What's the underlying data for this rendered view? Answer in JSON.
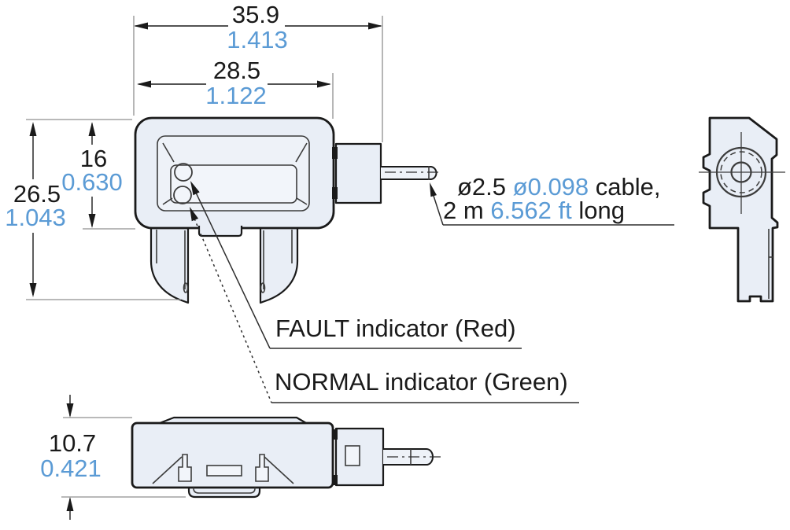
{
  "colors": {
    "accent-blue": "#5b9bd5",
    "ink": "#1a1a1a",
    "body-fill": "#e9eef6",
    "panel-fill": "#eef2f8",
    "window-fill": "#f2f5fa",
    "ext-line": "#8f8f8f"
  },
  "dimensions": {
    "overall_width": {
      "mm": "35.9",
      "inch": "1.413"
    },
    "body_width": {
      "mm": "28.5",
      "inch": "1.122"
    },
    "overall_height": {
      "mm": "26.5",
      "inch": "1.043"
    },
    "body_height": {
      "mm": "16",
      "inch": "0.630"
    },
    "body_depth": {
      "mm": "10.7",
      "inch": "0.421"
    }
  },
  "annotations": {
    "fault_indicator": "FAULT indicator (Red)",
    "normal_indicator": "NORMAL indicator (Green)",
    "cable": {
      "diameter_mm": "ø2.5",
      "diameter_inch": "ø0.098",
      "cable_word": "cable,",
      "length_metric": "2 m",
      "length_imperial": "6.562 ft",
      "long_word": "long"
    }
  }
}
